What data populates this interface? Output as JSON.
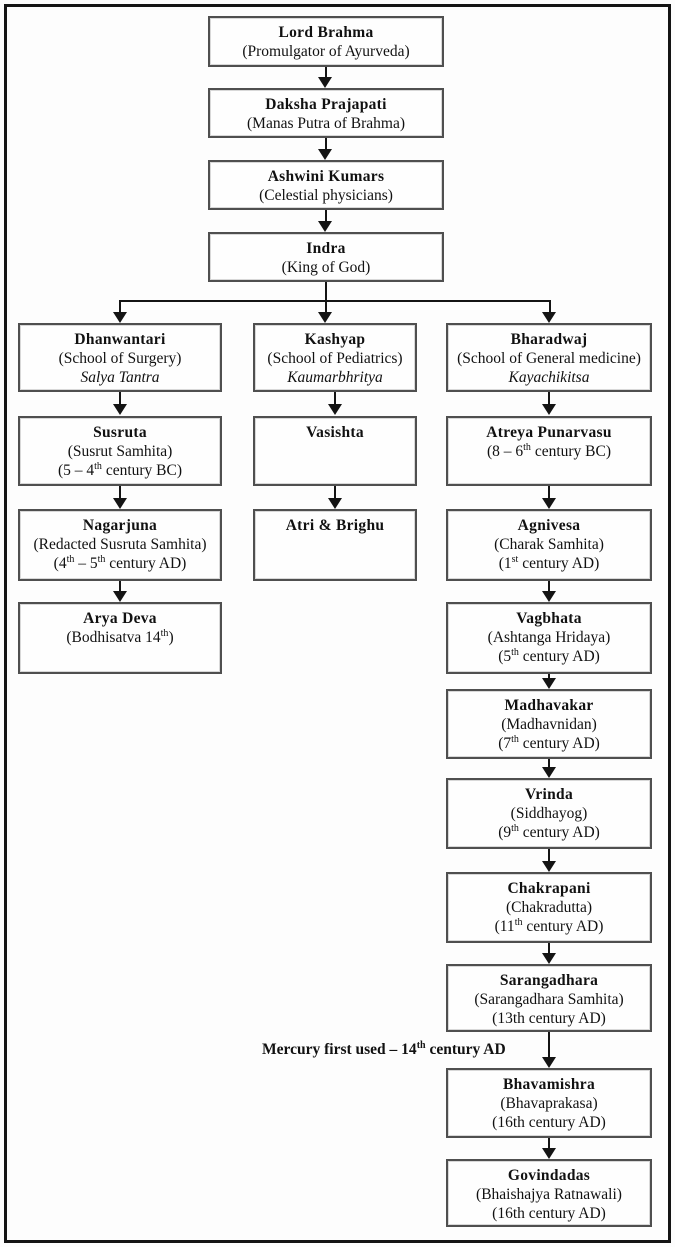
{
  "boxes": {
    "lord_brahma": {
      "name": "Lord Brahma",
      "desc": "(Promulgator of Ayurveda)"
    },
    "daksha": {
      "name": "Daksha Prajapati",
      "desc": "(Manas Putra of Brahma)"
    },
    "ashwini": {
      "name": "Ashwini Kumars",
      "desc": "(Celestial physicians)"
    },
    "indra": {
      "name": "Indra",
      "desc": "(King of God)"
    },
    "dhanwantari": {
      "name": "Dhanwantari",
      "desc": "(School of Surgery)",
      "school": "Salya Tantra"
    },
    "kashyap": {
      "name": "Kashyap",
      "desc": "(School of Pediatrics)",
      "school": "Kaumarbhritya"
    },
    "bharadwaj": {
      "name": "Bharadwaj",
      "desc": "(School of General medicine)",
      "school": "Kayachikitsa"
    },
    "susruta": {
      "name": "Susruta",
      "desc": "(Susrut Samhita)",
      "era_a": "(5 – 4",
      "era_sup": "th",
      "era_b": " century BC)"
    },
    "vasishta": {
      "name": "Vasishta"
    },
    "atreya": {
      "name": "Atreya Punarvasu",
      "era_a": "(8 – 6",
      "era_sup": "th",
      "era_b": " century BC)"
    },
    "nagarjuna": {
      "name": "Nagarjuna",
      "desc": "(Redacted Susruta Samhita)",
      "era_a": "(4",
      "era_sup1": "th",
      "era_b": " – 5",
      "era_sup2": "th",
      "era_c": " century AD)"
    },
    "atri": {
      "name": "Atri & Brighu"
    },
    "agnivesa": {
      "name": "Agnivesa",
      "desc": "(Charak Samhita)",
      "era_a": "(1",
      "era_sup": "st",
      "era_b": " century AD)"
    },
    "arya_deva": {
      "name": "Arya Deva",
      "desc_a": "(Bodhisatva 14",
      "desc_sup": "th",
      "desc_b": ")"
    },
    "vagbhata": {
      "name": "Vagbhata",
      "desc": "(Ashtanga Hridaya)",
      "era_a": "(5",
      "era_sup": "th",
      "era_b": " century AD)"
    },
    "madhavakar": {
      "name": "Madhavakar",
      "desc": "(Madhavnidan)",
      "era_a": "(7",
      "era_sup": "th",
      "era_b": " century AD)"
    },
    "vrinda": {
      "name": "Vrinda",
      "desc": "(Siddhayog)",
      "era_a": "(9",
      "era_sup": "th",
      "era_b": " century AD)"
    },
    "chakrapani": {
      "name": "Chakrapani",
      "desc": "(Chakradutta)",
      "era_a": "(11",
      "era_sup": "th",
      "era_b": " century AD)"
    },
    "sarangadhara": {
      "name": "Sarangadhara",
      "desc": "(Sarangadhara Samhita)",
      "era": "(13th century AD)"
    },
    "bhavamishra": {
      "name": "Bhavamishra",
      "desc": "(Bhavaprakasa)",
      "era": "(16th century AD)"
    },
    "govindadas": {
      "name": "Govindadas",
      "desc": "(Bhaishajya Ratnawali)",
      "era": "(16th century AD)"
    }
  },
  "note": {
    "a": "Mercury first used – 14",
    "sup": "th",
    "b": " century AD"
  },
  "colors": {
    "box_border": "#4f4f4f",
    "frame": "#141414",
    "arrow": "#141414",
    "text": "#111111"
  }
}
